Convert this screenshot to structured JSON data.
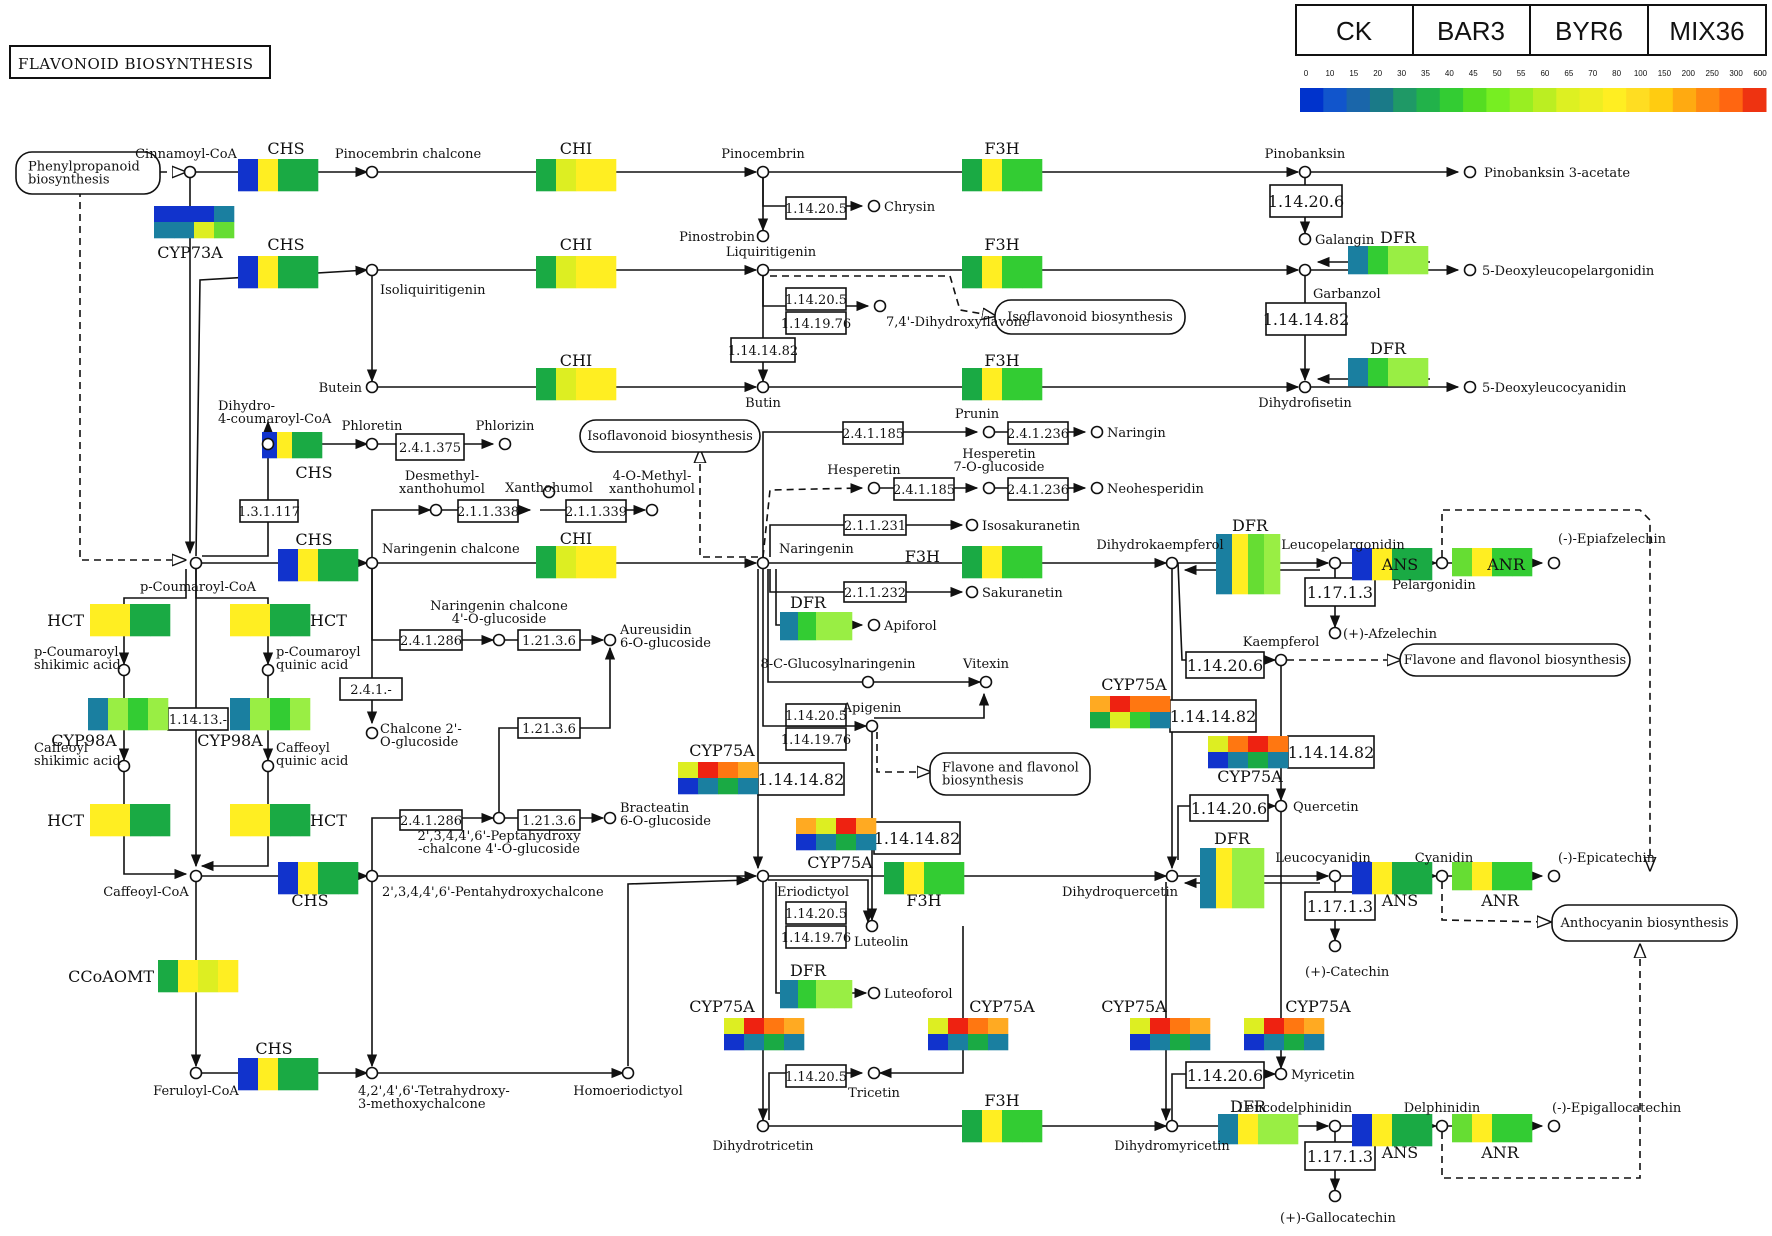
{
  "title": "FLAVONOID BIOSYNTHESIS",
  "legend": {
    "samples": [
      "CK",
      "BAR3",
      "BYR6",
      "MIX36"
    ],
    "ticks": [
      "0",
      "10",
      "15",
      "20",
      "30",
      "35",
      "40",
      "45",
      "50",
      "55",
      "60",
      "65",
      "70",
      "80",
      "100",
      "150",
      "200",
      "250",
      "300",
      "600"
    ],
    "colors": [
      "#0033cc",
      "#1155cc",
      "#1a66aa",
      "#1a7a88",
      "#1f9966",
      "#22b24a",
      "#33cc33",
      "#55dd22",
      "#77ee22",
      "#99ee22",
      "#bbee22",
      "#ddf022",
      "#eeee22",
      "#ffee22",
      "#ffdd22",
      "#ffcc11",
      "#ffaa11",
      "#ff8811",
      "#ff6611",
      "#ee3311"
    ]
  },
  "palette": {
    "b": "#1133cc",
    "t": "#1a7fa0",
    "g": "#1aaa44",
    "G": "#33cc33",
    "l": "#66dd33",
    "L": "#99ee44",
    "y": "#ddee22",
    "Y": "#ffee22",
    "o": "#ffaa22",
    "O": "#ff7711",
    "r": "#ee2211"
  },
  "compounds": [
    {
      "id": "cinnamoyl",
      "label": "Cinnamoyl-CoA"
    },
    {
      "id": "pinocembrin_chalcone",
      "label": "Pinocembrin chalcone"
    },
    {
      "id": "pinocembrin",
      "label": "Pinocembrin"
    },
    {
      "id": "pinobanksin",
      "label": "Pinobanksin"
    },
    {
      "id": "pinobanksin3a",
      "label": "Pinobanksin 3-acetate"
    },
    {
      "id": "chrysin",
      "label": "Chrysin"
    },
    {
      "id": "pinostrobin",
      "label": "Pinostrobin"
    },
    {
      "id": "galangin",
      "label": "Galangin"
    },
    {
      "id": "isoliquiritigenin",
      "label": "Isoliquiritigenin"
    },
    {
      "id": "liquiritigenin",
      "label": "Liquiritigenin"
    },
    {
      "id": "dihydroxyflavone",
      "label": "7,4'-Dihydroxyflavone"
    },
    {
      "id": "garbanzol",
      "label": "Garbanzol"
    },
    {
      "id": "deoxyleucopelargonidin",
      "label": "5-Deoxyleucopelargonidin"
    },
    {
      "id": "butein",
      "label": "Butein"
    },
    {
      "id": "butin",
      "label": "Butin"
    },
    {
      "id": "dihydrofisetin",
      "label": "Dihydrofisetin"
    },
    {
      "id": "deoxyleucocyanidin",
      "label": "5-Deoxyleucocyanidin"
    },
    {
      "id": "dihydrocoumaroyl",
      "label": "Dihydro-\n4-coumaroyl-CoA"
    },
    {
      "id": "phloretin",
      "label": "Phloretin"
    },
    {
      "id": "phlorizin",
      "label": "Phlorizin"
    },
    {
      "id": "prunin",
      "label": "Prunin"
    },
    {
      "id": "naringin",
      "label": "Naringin"
    },
    {
      "id": "hesperetin",
      "label": "Hesperetin"
    },
    {
      "id": "hesperetin7g",
      "label": "Hesperetin\n7-O-glucoside"
    },
    {
      "id": "neohesperidin",
      "label": "Neohesperidin"
    },
    {
      "id": "desmethylx",
      "label": "Desmethyl-\nxanthohumol"
    },
    {
      "id": "xanthohumol",
      "label": "Xanthohumol"
    },
    {
      "id": "methylx",
      "label": "4-O-Methyl-\nxanthohumol"
    },
    {
      "id": "isosakuranetin",
      "label": "Isosakuranetin"
    },
    {
      "id": "pcoumaroylcoa",
      "label": "p-Coumaroyl-CoA"
    },
    {
      "id": "naringenin_chalcone",
      "label": "Naringenin chalcone"
    },
    {
      "id": "naringenin",
      "label": "Naringenin"
    },
    {
      "id": "dihydrokaempferol",
      "label": "Dihydrokaempferol"
    },
    {
      "id": "leucopelargonidin",
      "label": "Leucopelargonidin"
    },
    {
      "id": "pelargonidin",
      "label": "Pelargonidin"
    },
    {
      "id": "epiafzelechin",
      "label": "(-)-Epiafzelechin"
    },
    {
      "id": "afzelechin",
      "label": "(+)-Afzelechin"
    },
    {
      "id": "sakuranetin",
      "label": "Sakuranetin"
    },
    {
      "id": "apiforol",
      "label": "Apiforol"
    },
    {
      "id": "kaempferol",
      "label": "Kaempferol"
    },
    {
      "id": "ncg",
      "label": "Naringenin chalcone\n4'-O-glucoside"
    },
    {
      "id": "aureusidin",
      "label": "Aureusidin\n6-O-glucoside"
    },
    {
      "id": "glucosylnaringenin",
      "label": "8-C-Glucosylnaringenin"
    },
    {
      "id": "vitexin",
      "label": "Vitexin"
    },
    {
      "id": "pcoumaroylshikimic",
      "label": "p-Coumaroyl\nshikimic acid"
    },
    {
      "id": "pcoumaroylquinic",
      "label": "p-Coumaroyl\nquinic acid"
    },
    {
      "id": "chalconeglucoside",
      "label": "Chalcone 2'-\nO-glucoside"
    },
    {
      "id": "apigenin",
      "label": "Apigenin"
    },
    {
      "id": "quercetin",
      "label": "Quercetin"
    },
    {
      "id": "caffeoylshikimic",
      "label": "Caffeoyl\nshikimic acid"
    },
    {
      "id": "caffeoylquinic",
      "label": "Caffeoyl\nquinic acid"
    },
    {
      "id": "peptahydroxy",
      "label": "2',3,4,4',6'-Peptahydroxy\n-chalcone 4'-O-glucoside"
    },
    {
      "id": "bracteatin",
      "label": "Bracteatin\n6-O-glucoside"
    },
    {
      "id": "caffeoylcoa",
      "label": "Caffeoyl-CoA"
    },
    {
      "id": "pentahydroxychalcone",
      "label": "2',3,4,4',6'-Pentahydroxychalcone"
    },
    {
      "id": "eriodictyol",
      "label": "Eriodictyol"
    },
    {
      "id": "dihydroquercetin",
      "label": "Dihydroquercetin"
    },
    {
      "id": "leucocyanidin",
      "label": "Leucocyanidin"
    },
    {
      "id": "cyanidin",
      "label": "Cyanidin"
    },
    {
      "id": "epicatechin",
      "label": "(-)-Epicatechin"
    },
    {
      "id": "luteolin",
      "label": "Luteolin"
    },
    {
      "id": "catechin",
      "label": "(+)-Catechin"
    },
    {
      "id": "luteoforol",
      "label": "Luteoforol"
    },
    {
      "id": "feruloylcoa",
      "label": "Feruloyl-CoA"
    },
    {
      "id": "tetrahydroxy",
      "label": "4,2',4',6'-Tetrahydroxy-\n3-methoxychalcone"
    },
    {
      "id": "homoeriodictyol",
      "label": "Homoeriodictyol"
    },
    {
      "id": "tricetin",
      "label": "Tricetin"
    },
    {
      "id": "myricetin",
      "label": "Myricetin"
    },
    {
      "id": "dihydrotricetin",
      "label": "Dihydrotricetin"
    },
    {
      "id": "dihydromyricetin",
      "label": "Dihydromyricetin"
    },
    {
      "id": "leucodelphinidin",
      "label": "Leucodelphinidin"
    },
    {
      "id": "delphinidin",
      "label": "Delphinidin"
    },
    {
      "id": "epigallocatechin",
      "label": "(-)-Epigallocatechin"
    },
    {
      "id": "gallocatechin",
      "label": "(+)-Gallocatechin"
    }
  ],
  "pathway_links": [
    {
      "id": "phenylpropanoid",
      "label": "Phenylpropanoid\nbiosynthesis"
    },
    {
      "id": "isoflavonoid1",
      "label": "Isoflavonoid biosynthesis"
    },
    {
      "id": "isoflavonoid2",
      "label": "Isoflavonoid biosynthesis"
    },
    {
      "id": "flavone1",
      "label": "Flavone and flavonol biosynthesis"
    },
    {
      "id": "flavone2",
      "label": "Flavone and flavonol\nbiosynthesis"
    },
    {
      "id": "anthocyanin",
      "label": "Anthocyanin biosynthesis"
    }
  ],
  "ec_boxes": [
    {
      "id": "ec1",
      "label": "1.14.20.5"
    },
    {
      "id": "ec2",
      "label": "1.14.20.6"
    },
    {
      "id": "ec3",
      "label": "1.14.20.5"
    },
    {
      "id": "ec4",
      "label": "1.14.19.76"
    },
    {
      "id": "ec5",
      "label": "1.14.14.82"
    },
    {
      "id": "ec6",
      "label": "1.14.14.82"
    },
    {
      "id": "ec7",
      "label": "2.4.1.375"
    },
    {
      "id": "ec8",
      "label": "2.4.1.185"
    },
    {
      "id": "ec9",
      "label": "2.4.1.236"
    },
    {
      "id": "ec10",
      "label": "2.4.1.185"
    },
    {
      "id": "ec11",
      "label": "2.4.1.236"
    },
    {
      "id": "ec12",
      "label": "1.3.1.117"
    },
    {
      "id": "ec13",
      "label": "2.1.1.338"
    },
    {
      "id": "ec14",
      "label": "2.1.1.339"
    },
    {
      "id": "ec15",
      "label": "2.1.1.231"
    },
    {
      "id": "ec16",
      "label": "2.1.1.232"
    },
    {
      "id": "ec17",
      "label": "1.17.1.3"
    },
    {
      "id": "ec18",
      "label": "2.4.1.286"
    },
    {
      "id": "ec19",
      "label": "1.21.3.6"
    },
    {
      "id": "ec20",
      "label": "2.4.1.-"
    },
    {
      "id": "ec21",
      "label": "1.14.20.6"
    },
    {
      "id": "ec22",
      "label": "1.14.13.-"
    },
    {
      "id": "ec23",
      "label": "1.21.3.6"
    },
    {
      "id": "ec24",
      "label": "1.14.20.5"
    },
    {
      "id": "ec25",
      "label": "1.14.19.76"
    },
    {
      "id": "ec26",
      "label": "1.14.14.82"
    },
    {
      "id": "ec27",
      "label": "1.14.14.82"
    },
    {
      "id": "ec28",
      "label": "1.14.14.82"
    },
    {
      "id": "ec29",
      "label": "1.14.20.6"
    },
    {
      "id": "ec30",
      "label": "2.4.1.286"
    },
    {
      "id": "ec31",
      "label": "1.21.3.6"
    },
    {
      "id": "ec32",
      "label": "1.14.14.82"
    },
    {
      "id": "ec33",
      "label": "1.14.20.5"
    },
    {
      "id": "ec34",
      "label": "1.14.19.76"
    },
    {
      "id": "ec35",
      "label": "1.17.1.3"
    },
    {
      "id": "ec36",
      "label": "1.14.20.5"
    },
    {
      "id": "ec37",
      "label": "1.14.20.6"
    },
    {
      "id": "ec38",
      "label": "1.17.1.3"
    }
  ],
  "enzymes": [
    {
      "id": "chs1",
      "label": "CHS",
      "rows": [
        "bYgg"
      ]
    },
    {
      "id": "cyp73a",
      "label": "CYP73A",
      "rows": [
        "bbbt",
        "ttyl"
      ]
    },
    {
      "id": "chi1",
      "label": "CHI",
      "rows": [
        "gyYY"
      ]
    },
    {
      "id": "f3h1",
      "label": "F3H",
      "rows": [
        "gYGG"
      ]
    },
    {
      "id": "chs2",
      "label": "CHS",
      "rows": [
        "bYgg"
      ]
    },
    {
      "id": "chi2",
      "label": "CHI",
      "rows": [
        "gyYY"
      ]
    },
    {
      "id": "f3h2",
      "label": "F3H",
      "rows": [
        "gYGG"
      ]
    },
    {
      "id": "dfr1",
      "label": "DFR",
      "rows": [
        "tGLL"
      ]
    },
    {
      "id": "chi3",
      "label": "CHI",
      "rows": [
        "gyYY"
      ]
    },
    {
      "id": "f3h3",
      "label": "F3H",
      "rows": [
        "gYGG"
      ]
    },
    {
      "id": "dfr2",
      "label": "DFR",
      "rows": [
        "tGLL"
      ]
    },
    {
      "id": "chs3",
      "label": "CHS",
      "rows": [
        "bYgg"
      ]
    },
    {
      "id": "chs4",
      "label": "CHS",
      "rows": [
        "bYgg"
      ]
    },
    {
      "id": "chi4",
      "label": "CHI",
      "rows": [
        "gyYY"
      ]
    },
    {
      "id": "f3h4",
      "label": "F3H",
      "rows": [
        "gYGG"
      ]
    },
    {
      "id": "dfr_ans1",
      "label": "DFR",
      "rows": [
        "tYlL",
        "tYlL"
      ]
    },
    {
      "id": "ans_small1",
      "label": "ANS",
      "rows": [
        "bYgg"
      ]
    },
    {
      "id": "anr1",
      "label": "ANR",
      "rows": [
        "lYGG"
      ]
    },
    {
      "id": "hct1",
      "label": "HCT",
      "rows": [
        "YYgg"
      ]
    },
    {
      "id": "hct2",
      "label": "HCT",
      "rows": [
        "YYgg"
      ]
    },
    {
      "id": "dfr3",
      "label": "DFR",
      "rows": [
        "tGLL"
      ]
    },
    {
      "id": "cyp98a1",
      "label": "CYP98A",
      "rows": [
        "tLGL"
      ]
    },
    {
      "id": "cyp98a2",
      "label": "CYP98A",
      "rows": [
        "tLGL"
      ]
    },
    {
      "id": "cyp75a1",
      "label": "CYP75A",
      "rows": [
        "yrOo",
        "btgt"
      ]
    },
    {
      "id": "cyp75a2",
      "label": "CYP75A",
      "rows": [
        "orOO",
        "gyGt"
      ]
    },
    {
      "id": "cyp75a3",
      "label": "CYP75A",
      "rows": [
        "yOrO",
        "btgt"
      ]
    },
    {
      "id": "cyp75a4",
      "label": "CYP75A",
      "rows": [
        "oyro",
        "btgt"
      ]
    },
    {
      "id": "hct3",
      "label": "HCT",
      "rows": [
        "YYgg"
      ]
    },
    {
      "id": "hct4",
      "label": "HCT",
      "rows": [
        "YYgg"
      ]
    },
    {
      "id": "chs5",
      "label": "CHS",
      "rows": [
        "bYgg"
      ]
    },
    {
      "id": "f3h5",
      "label": "F3H",
      "rows": [
        "gYGG"
      ]
    },
    {
      "id": "dfr_ans2",
      "label": "DFR",
      "rows": [
        "tYLL",
        "tYLL"
      ]
    },
    {
      "id": "ans_small2",
      "label": "ANS",
      "rows": [
        "bYgg"
      ]
    },
    {
      "id": "anr2",
      "label": "ANR",
      "rows": [
        "lYGG"
      ]
    },
    {
      "id": "ccoaomt",
      "label": "CCoAOMT",
      "rows": [
        "gYyY"
      ]
    },
    {
      "id": "dfr4",
      "label": "DFR",
      "rows": [
        "tGLL"
      ]
    },
    {
      "id": "cyp75a5",
      "label": "CYP75A",
      "rows": [
        "yrOo",
        "btgt"
      ]
    },
    {
      "id": "cyp75a6",
      "label": "CYP75A",
      "rows": [
        "yrOo",
        "btgt"
      ]
    },
    {
      "id": "cyp75a7",
      "label": "CYP75A",
      "rows": [
        "yrOo",
        "btgt"
      ]
    },
    {
      "id": "cyp75a8",
      "label": "CYP75A",
      "rows": [
        "yrOo",
        "btgt"
      ]
    },
    {
      "id": "chs6",
      "label": "CHS",
      "rows": [
        "bYgg"
      ]
    },
    {
      "id": "f3h6",
      "label": "F3H",
      "rows": [
        "gYGG"
      ]
    },
    {
      "id": "dfr5",
      "label": "DFR",
      "rows": [
        "tYLL"
      ]
    },
    {
      "id": "ans_small3",
      "label": "ANS",
      "rows": [
        "bYgg"
      ]
    },
    {
      "id": "anr3",
      "label": "ANR",
      "rows": [
        "lYGG"
      ]
    }
  ]
}
